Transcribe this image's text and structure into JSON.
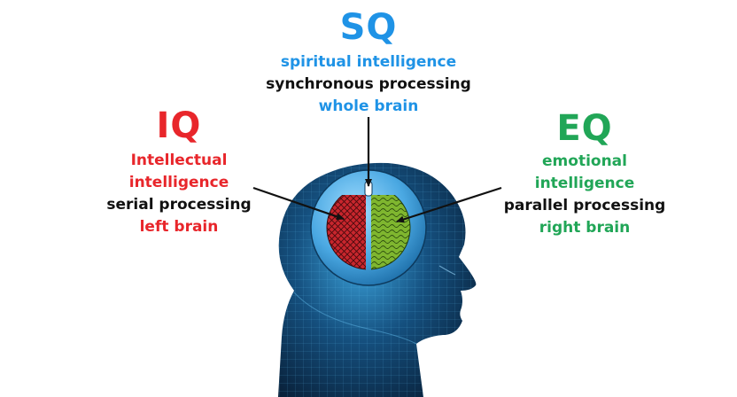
{
  "sq": {
    "title": "SQ",
    "lines": [
      "spiritual intelligence",
      "synchronous processing",
      "whole brain"
    ]
  },
  "iq": {
    "title": "IQ",
    "lines": [
      "Intellectual",
      "intelligence",
      "serial processing",
      "left brain"
    ]
  },
  "eq": {
    "title": "EQ",
    "lines": [
      "emotional",
      "intelligence",
      "parallel processing",
      "right brain"
    ]
  },
  "colors": {
    "sq_blue": "#1f93e6",
    "iq_red": "#e8262b",
    "eq_green": "#21a657",
    "head_dark": "#071a30",
    "head_light": "#3aa0d8",
    "ring": "#5bb8ec",
    "left_hemisphere": "#c8262d",
    "right_hemisphere": "#7fb62f"
  },
  "icons": [
    "head-silhouette-icon",
    "brain-hemispheres-icon",
    "pointer-arrow-icon"
  ]
}
